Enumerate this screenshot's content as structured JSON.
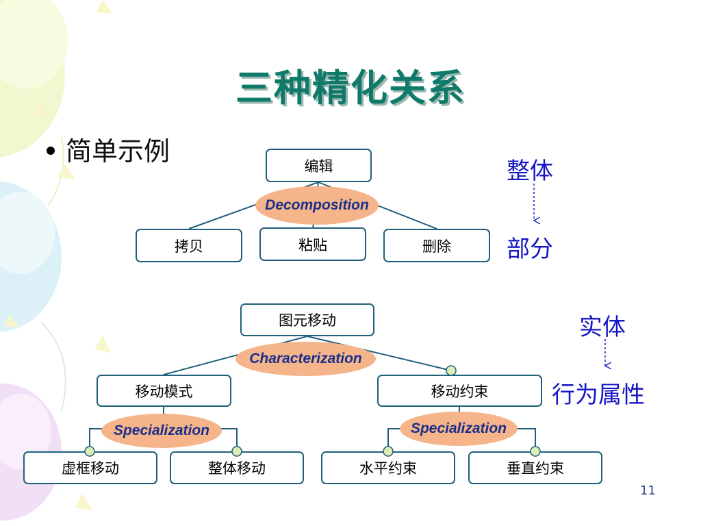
{
  "slide": {
    "title": "三种精化关系",
    "bullet": "简单示例",
    "page_number": "11"
  },
  "diagram_top": {
    "parent": "编辑",
    "relation": "Decomposition",
    "children": [
      "拷贝",
      "粘贴",
      "删除"
    ]
  },
  "diagram_bottom": {
    "root": "图元移动",
    "root_relation": "Characterization",
    "left": {
      "label": "移动模式",
      "relation": "Specialization",
      "children": [
        "虚框移动",
        "整体移动"
      ]
    },
    "right": {
      "label": "移动约束",
      "relation": "Specialization",
      "children": [
        "水平约束",
        "垂直约束"
      ]
    }
  },
  "side_labels": {
    "whole": "整体",
    "part": "部分",
    "entity": "实体",
    "attribute": "行为属性"
  },
  "colors": {
    "title": "#0f7a6a",
    "node_border": "#1f5f7a",
    "relation_ellipse": "#f5b48a",
    "relation_text": "#1a2f8a",
    "side_text": "#1515c8",
    "junction_dot": "#dfeeb8"
  }
}
